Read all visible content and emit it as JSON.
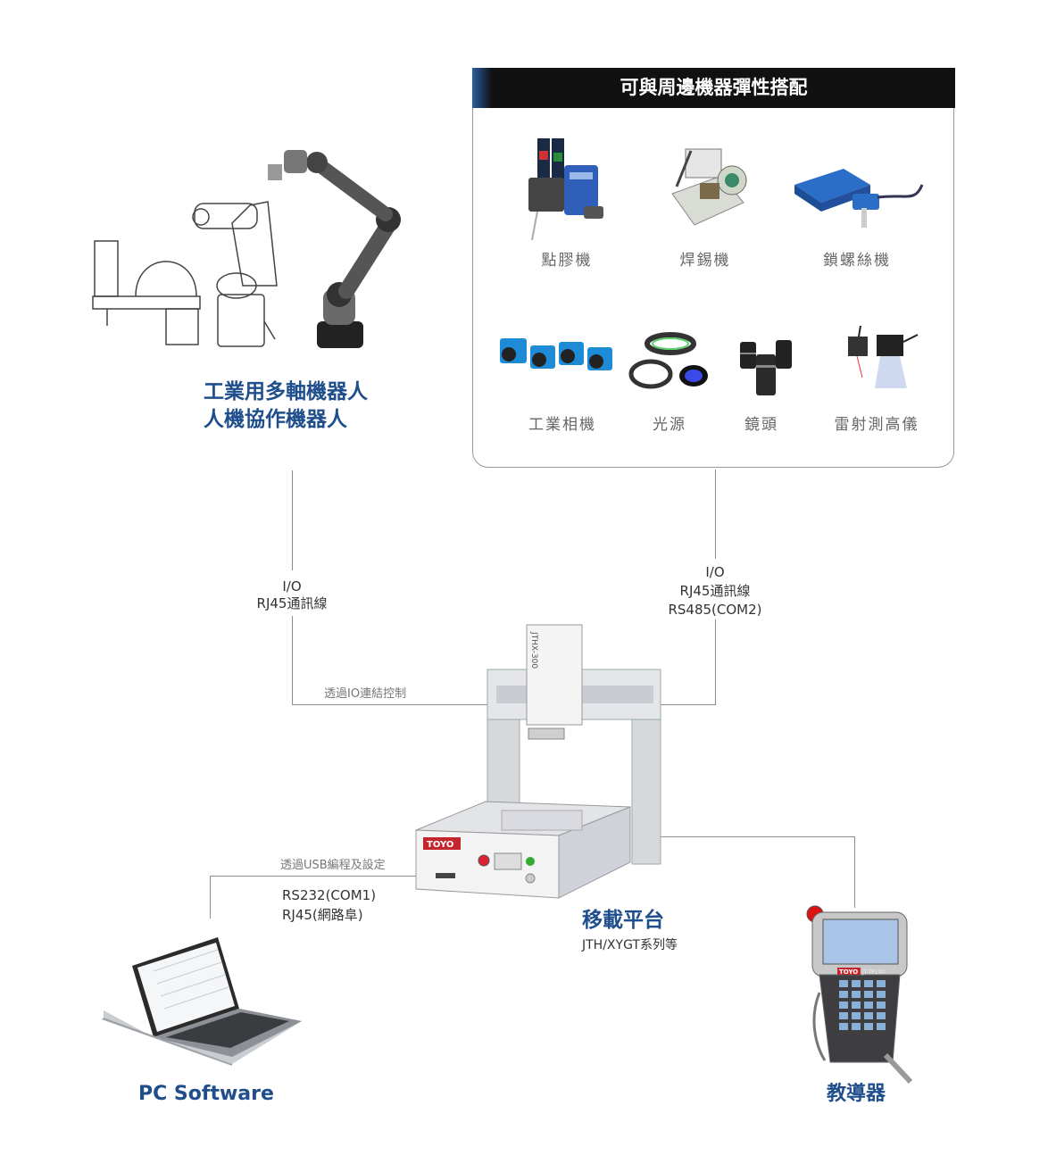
{
  "panel": {
    "title": "可與周邊機器彈性搭配",
    "row1": [
      "點膠機",
      "焊錫機",
      "鎖螺絲機"
    ],
    "row2": [
      "工業相機",
      "光源",
      "鏡頭",
      "雷射測高儀"
    ]
  },
  "robot": {
    "line1": "工業用多軸機器人",
    "line2": "人機協作機器人"
  },
  "left_conn": {
    "line1": "I/O",
    "line2": "RJ45通訊線",
    "note": "透過IO連結控制"
  },
  "right_conn": {
    "line1": "I/O",
    "line2": "RJ45通訊線",
    "line3": "RS485(COM2)"
  },
  "usb_conn": {
    "note": "透過USB編程及設定",
    "line1": "RS232(COM1)",
    "line2": "RJ45(網路阜)"
  },
  "platform": {
    "title": "移載平台",
    "subtitle": "JTH/XYGT系列等",
    "model": "JTHX-300",
    "brand": "TOYO"
  },
  "pc": {
    "title": "PC Software"
  },
  "pendant": {
    "title": "教導器",
    "brand": "TOYO",
    "model": "JT-TP100"
  },
  "colors": {
    "title_blue": "#1f4e8c",
    "panel_head": "#111111",
    "line_gray": "#8c8c8c"
  }
}
